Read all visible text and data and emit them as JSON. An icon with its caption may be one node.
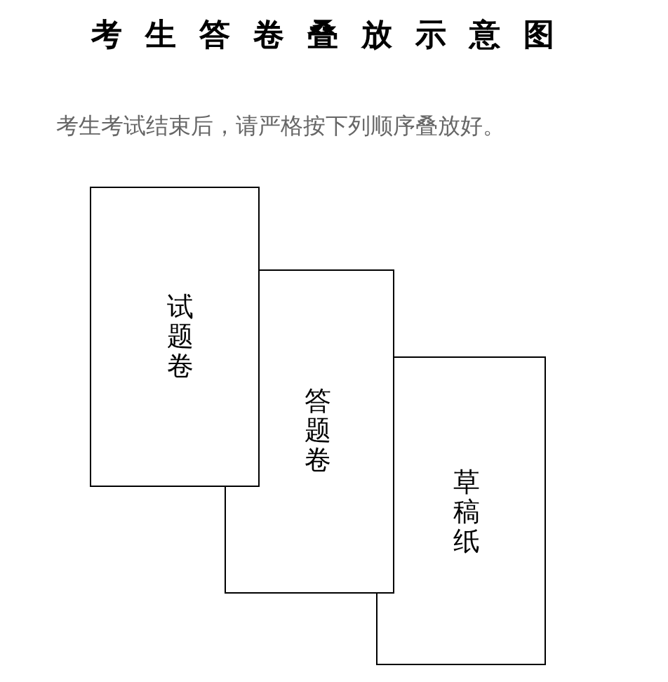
{
  "diagram": {
    "title": "考生答卷叠放示意图",
    "nodes": [
      {
        "text": [
          "试题卷"
        ]
      },
      {
        "text": [
          "答题卷"
        ]
      },
      {
        "text": [
          "草稿纸"
        ]
      }
    ],
    "labels": [
      "考生考试结束后，请严格按下列顺序叠放好。"
    ]
  }
}
